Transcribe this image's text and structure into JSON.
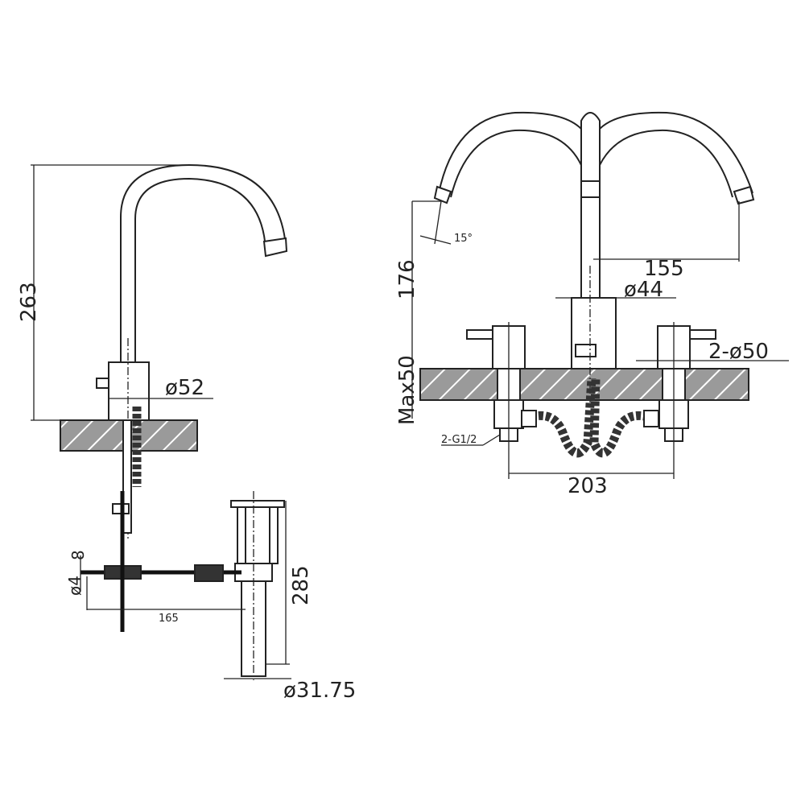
{
  "title": "Faucet technical drawing",
  "side_view": {
    "height_label": "263",
    "base_diameter_label": "ø52"
  },
  "drain": {
    "rod_diameter_label": "ø4",
    "rod_offset_label": "8",
    "rod_length_label": "165",
    "drain_height_label": "285",
    "tail_diameter_label": "ø31.75"
  },
  "front_view": {
    "spout_height_label": "176",
    "spout_reach_label": "155",
    "spout_diameter_label": "ø44",
    "handle_diameter_label": "2-ø50",
    "max_deck_label": "Max50",
    "center_spacing_label": "203",
    "connection_label": "2-G1/2",
    "angle_label": "15°"
  },
  "colors": {
    "line": "#222222",
    "hatch": "#9a9a9a"
  }
}
